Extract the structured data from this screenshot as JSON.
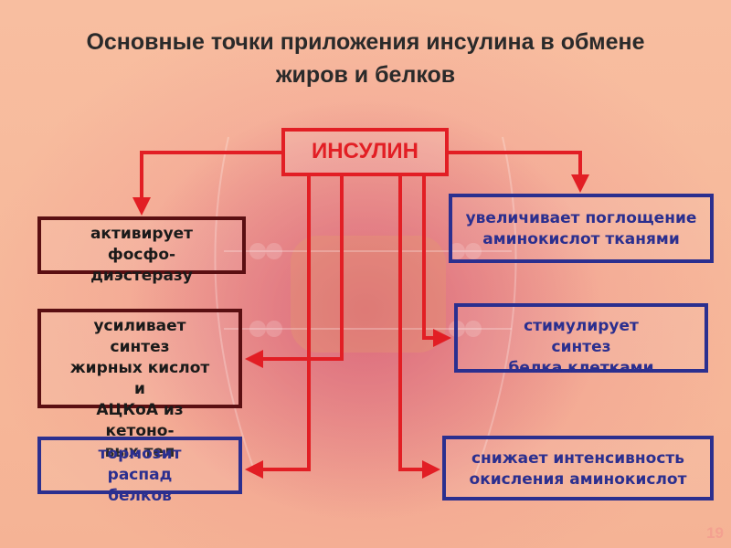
{
  "title": {
    "line1": "Основные точки приложения инсулина в обмене",
    "line2": "жиров и белков"
  },
  "center": {
    "label": "ИНСУЛИН"
  },
  "left_boxes": [
    {
      "lines": [
        "активирует",
        "фосфо-",
        "диэстеразу"
      ]
    },
    {
      "lines": [
        "усиливает",
        "синтез",
        "жирных кислот",
        "и",
        "АЦКоА из",
        "кетоно-",
        "вых тел"
      ]
    },
    {
      "lines": [
        "тормозит",
        "распад",
        "белков"
      ]
    }
  ],
  "right_boxes": [
    {
      "lines": [
        "увеличивает поглощение",
        "аминокислот тканями"
      ]
    },
    {
      "lines": [
        "стимулирует",
        "синтез",
        "белка клетками"
      ]
    },
    {
      "lines": [
        "снижает интенсивность",
        "окисления аминокислот"
      ]
    }
  ],
  "page_number": "19",
  "colors": {
    "insulin_red": "#e21e24",
    "dark_border": "#5a0f12",
    "blue": "#2b2f8f"
  }
}
